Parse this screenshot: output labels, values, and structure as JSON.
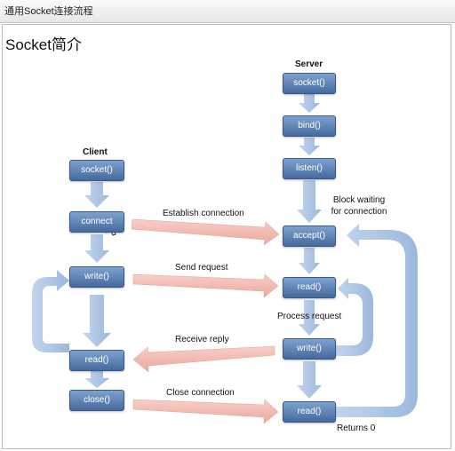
{
  "window": {
    "title": "通用Socket连接流程"
  },
  "slide": {
    "title": "Socket简介"
  },
  "client": {
    "header": "Client",
    "steps": {
      "socket": "socket()",
      "connect": "connect",
      "write": "write()",
      "read": "read()",
      "close": "close()"
    }
  },
  "server": {
    "header": "Server",
    "steps": {
      "socket": "socket()",
      "bind": "bind()",
      "listen": "listen()",
      "accept": "accept()",
      "read1": "read()",
      "write": "write()",
      "read2": "read()"
    }
  },
  "labels": {
    "establish": "Establish connection",
    "send": "Send request",
    "receive": "Receive reply",
    "close_conn": "Close connection",
    "block_line1": "Block waiting",
    "block_line2": "for connection",
    "process": "Process request",
    "returns": "Returns 0"
  },
  "colors": {
    "box_top": "#7ea2cf",
    "box_bottom": "#45699c",
    "flow_arrow": "#a9c2e2",
    "message_arrow": "#f2b9b0"
  },
  "icons": [
    "mouse-cursor-icon"
  ]
}
